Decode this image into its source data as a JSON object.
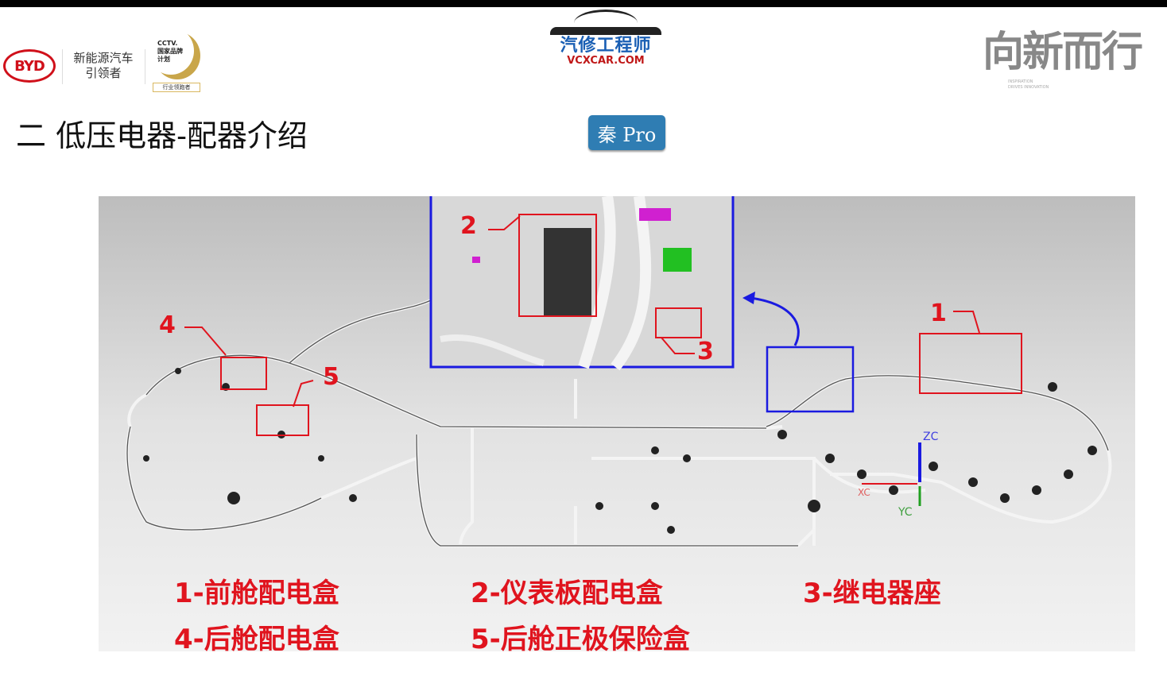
{
  "header": {
    "brand_logo": "BYD",
    "brand_slogan_line1": "新能源汽车",
    "brand_slogan_line2": "引领者",
    "cctv_badge_line1": "CCTV.",
    "cctv_badge_line2": "国家品牌",
    "cctv_badge_line3": "计划",
    "cctv_badge_footer": "行业领跑者",
    "site_name": "汽修工程师",
    "site_url": "VCXCAR.COM",
    "right_logo": "向新而行",
    "right_logo_sub1": "INSPIRATION",
    "right_logo_sub2": "DRIVES INNOVATION"
  },
  "slide": {
    "title": "二  低压电器-配器介绍",
    "model_badge": "秦 Pro"
  },
  "diagram": {
    "callouts": [
      "1",
      "2",
      "3",
      "4",
      "5"
    ],
    "axis_labels": {
      "z": "ZC",
      "y": "YC",
      "x": "XC"
    },
    "colors": {
      "callout": "#e0141e",
      "inset_border": "#1a1ae0"
    },
    "legend": [
      "1-前舱配电盒",
      "2-仪表板配电盒",
      "3-继电器座",
      "4-后舱配电盒",
      "5-后舱正极保险盒"
    ]
  }
}
